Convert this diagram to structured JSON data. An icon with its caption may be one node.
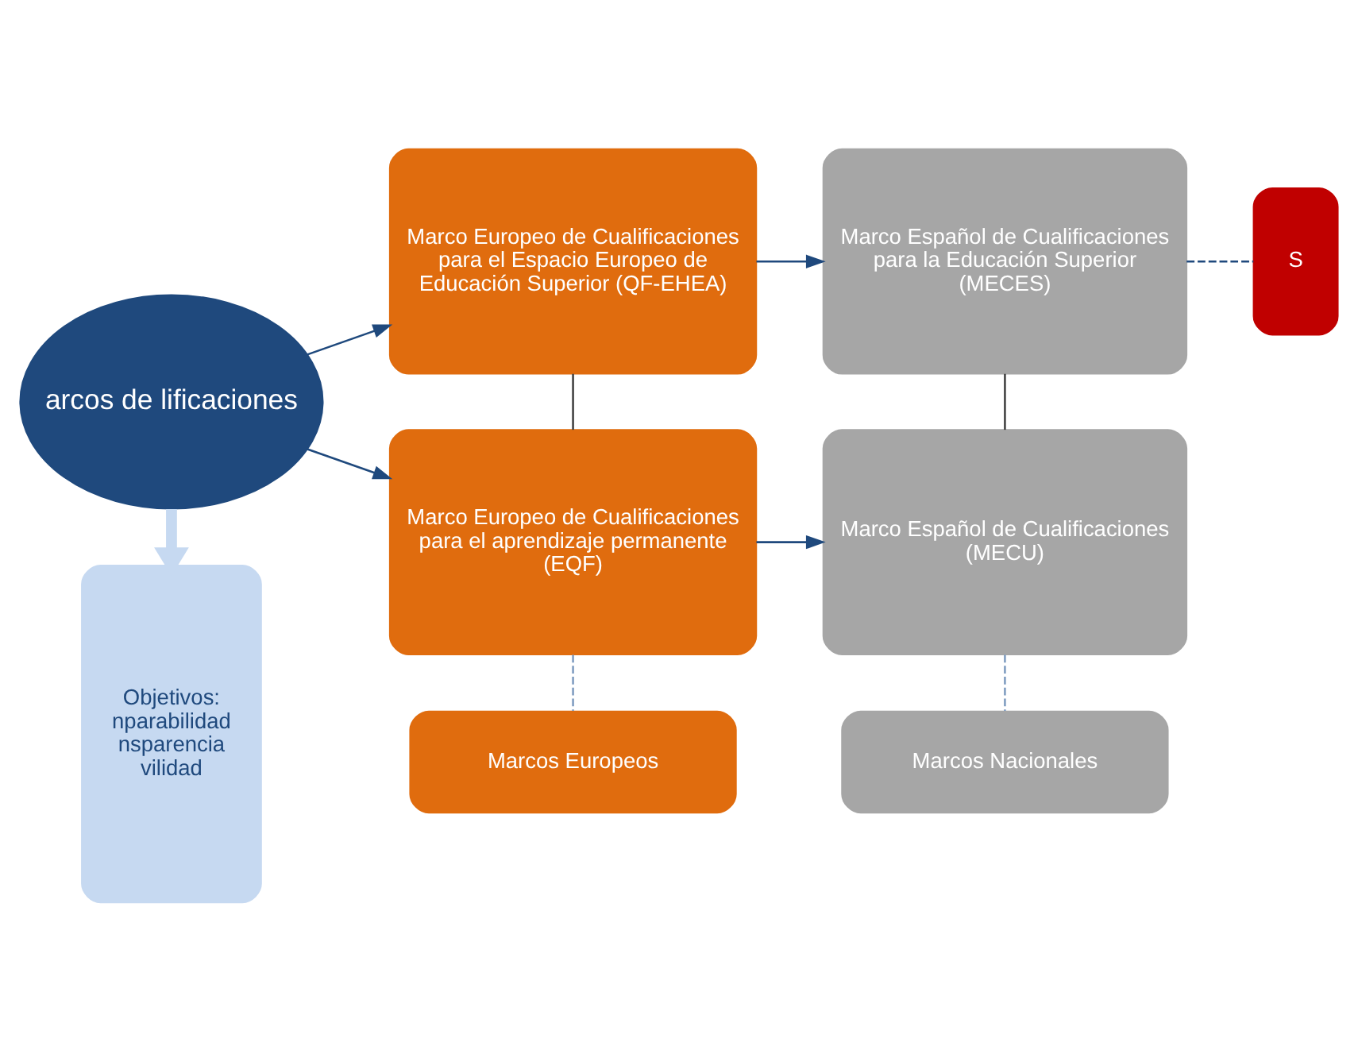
{
  "diagram": {
    "nodes": [
      {
        "text": [
          "arcos de lificaciones"
        ]
      },
      {
        "text": [
          "Marco Europeo de Cualificaciones para el Espacio Europeo de Educación Superior (QF-EHEA)"
        ]
      },
      {
        "text": [
          "Marco Español de Cualificaciones para la Educación Superior (MECES)"
        ]
      },
      {
        "text": [
          "S"
        ]
      },
      {
        "text": [
          "Marco Europeo de Cualificaciones para el aprendizaje permanente (EQF)"
        ]
      },
      {
        "text": [
          "Marco Español de Cualificaciones (MECU)"
        ]
      },
      {
        "text": [
          "Objetivos:",
          "nparabilidad",
          "nsparencia",
          "vilidad"
        ]
      },
      {
        "text": [
          "Marcos Europeos"
        ]
      },
      {
        "text": [
          "Marcos Nacionales"
        ]
      }
    ],
    "edges": [
      {
        "from": 0,
        "to": 1,
        "arrow": "to"
      },
      {
        "from": 0,
        "to": 4,
        "arrow": "to"
      },
      {
        "from": 1,
        "to": 2,
        "arrow": "to"
      },
      {
        "from": 4,
        "to": 5,
        "arrow": "to"
      },
      {
        "from": 2,
        "to": 3,
        "arrow": "none",
        "style": "dashed"
      },
      {
        "from": 1,
        "to": 4,
        "arrow": "none",
        "color": "#404040"
      },
      {
        "from": 2,
        "to": 5,
        "arrow": "none",
        "color": "#404040"
      },
      {
        "from": 4,
        "to": 7,
        "arrow": "none",
        "style": "dashed",
        "color": "#7f9cc0"
      },
      {
        "from": 5,
        "to": 8,
        "arrow": "none",
        "style": "dashed",
        "color": "#7f9cc0"
      },
      {
        "from": 0,
        "to": 6,
        "arrow": "to",
        "style": "thick",
        "color": "#c6d9f1"
      }
    ]
  }
}
